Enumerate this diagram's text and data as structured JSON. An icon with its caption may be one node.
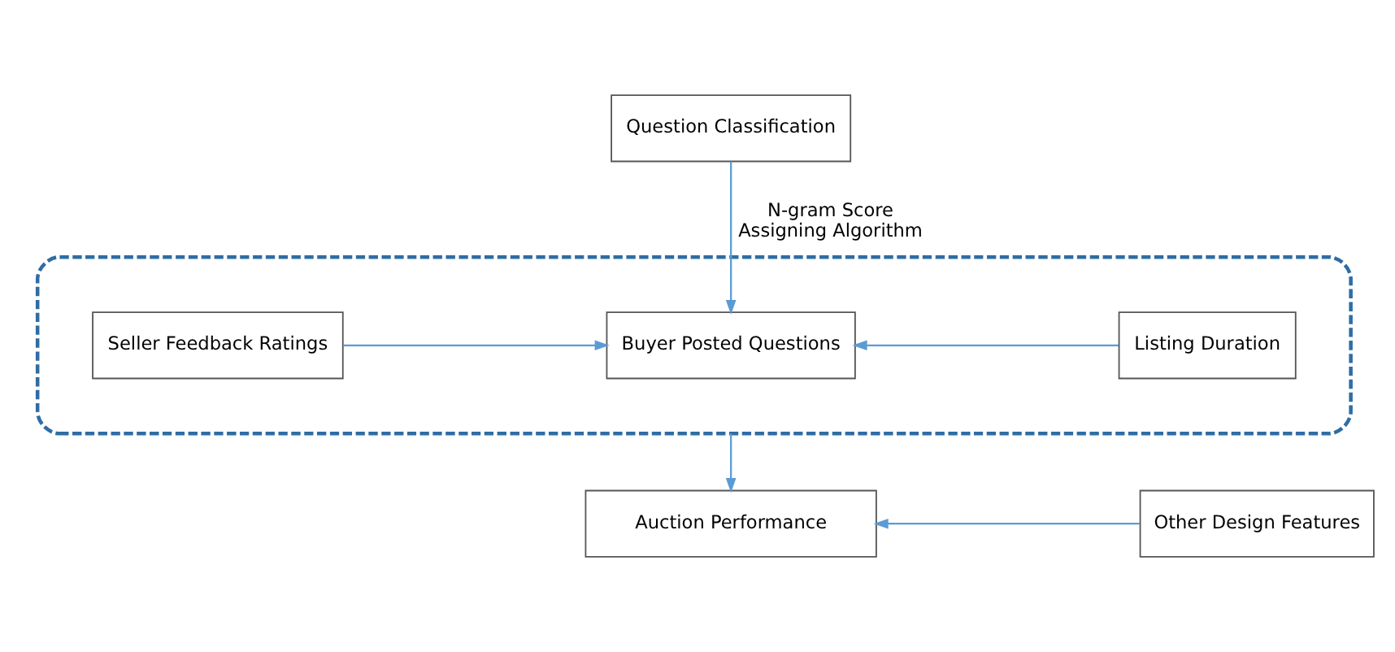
{
  "diagram": {
    "nodes": [
      {
        "text": [
          "Question Classification"
        ]
      },
      {
        "text": [],
        "shape": "box"
      },
      {
        "text": [
          "Seller Feedback Ratings"
        ],
        "in": 1
      },
      {
        "text": [
          "Buyer Posted Questions"
        ],
        "in": 1
      },
      {
        "text": [
          "Listing Duration"
        ],
        "in": 1
      },
      {
        "text": [
          "Auction Performance"
        ]
      },
      {
        "text": [
          "Other Design Features"
        ]
      }
    ],
    "edges": [
      {
        "from": 0,
        "to": 3,
        "arrow": "to",
        "label": "N-gram Score Assigning Algorithm"
      },
      {
        "from": 2,
        "to": 3,
        "arrow": "to"
      },
      {
        "from": 4,
        "to": 3,
        "arrow": "to"
      },
      {
        "from": 1,
        "to": 5,
        "arrow": "to"
      },
      {
        "from": 6,
        "to": 5,
        "arrow": "to"
      }
    ]
  }
}
